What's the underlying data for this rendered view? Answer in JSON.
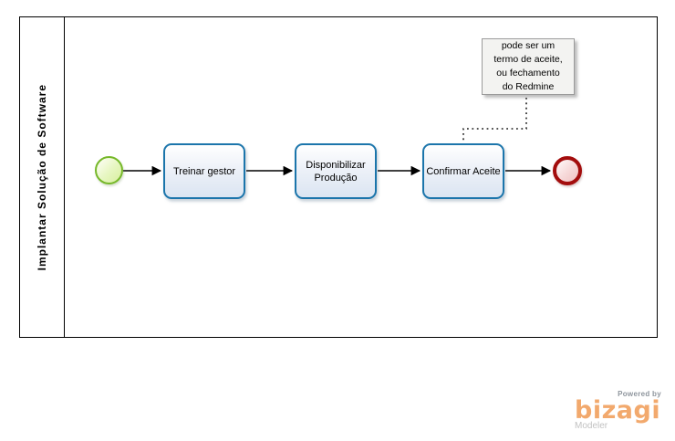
{
  "diagram": {
    "pool_label": "Implantar Solução de Software",
    "tasks": [
      {
        "label": "Treinar gestor"
      },
      {
        "label": "Disponibilizar Produção"
      },
      {
        "label": "Confirmar Aceite"
      }
    ],
    "events": [
      {
        "name": "start-event",
        "type": "start"
      },
      {
        "name": "end-event",
        "type": "end"
      }
    ],
    "annotation": {
      "lines": [
        "pode ser um",
        "termo de aceite,",
        "ou fechamento",
        "do Redmine"
      ]
    },
    "colors": {
      "task_border": "#1b75ab",
      "task_fill_bottom": "#dbe5f2",
      "start_event_border": "#76b82a",
      "start_event_fill": "#d8ef9e",
      "end_event_border": "#a30d0d",
      "end_event_fill": "#f0c2c2",
      "annotation_fill": "#f3f3f1",
      "brand_orange": "#f2a96d"
    }
  },
  "branding": {
    "powered_by": "Powered by",
    "brand": "bizagi",
    "product": "Modeler"
  }
}
